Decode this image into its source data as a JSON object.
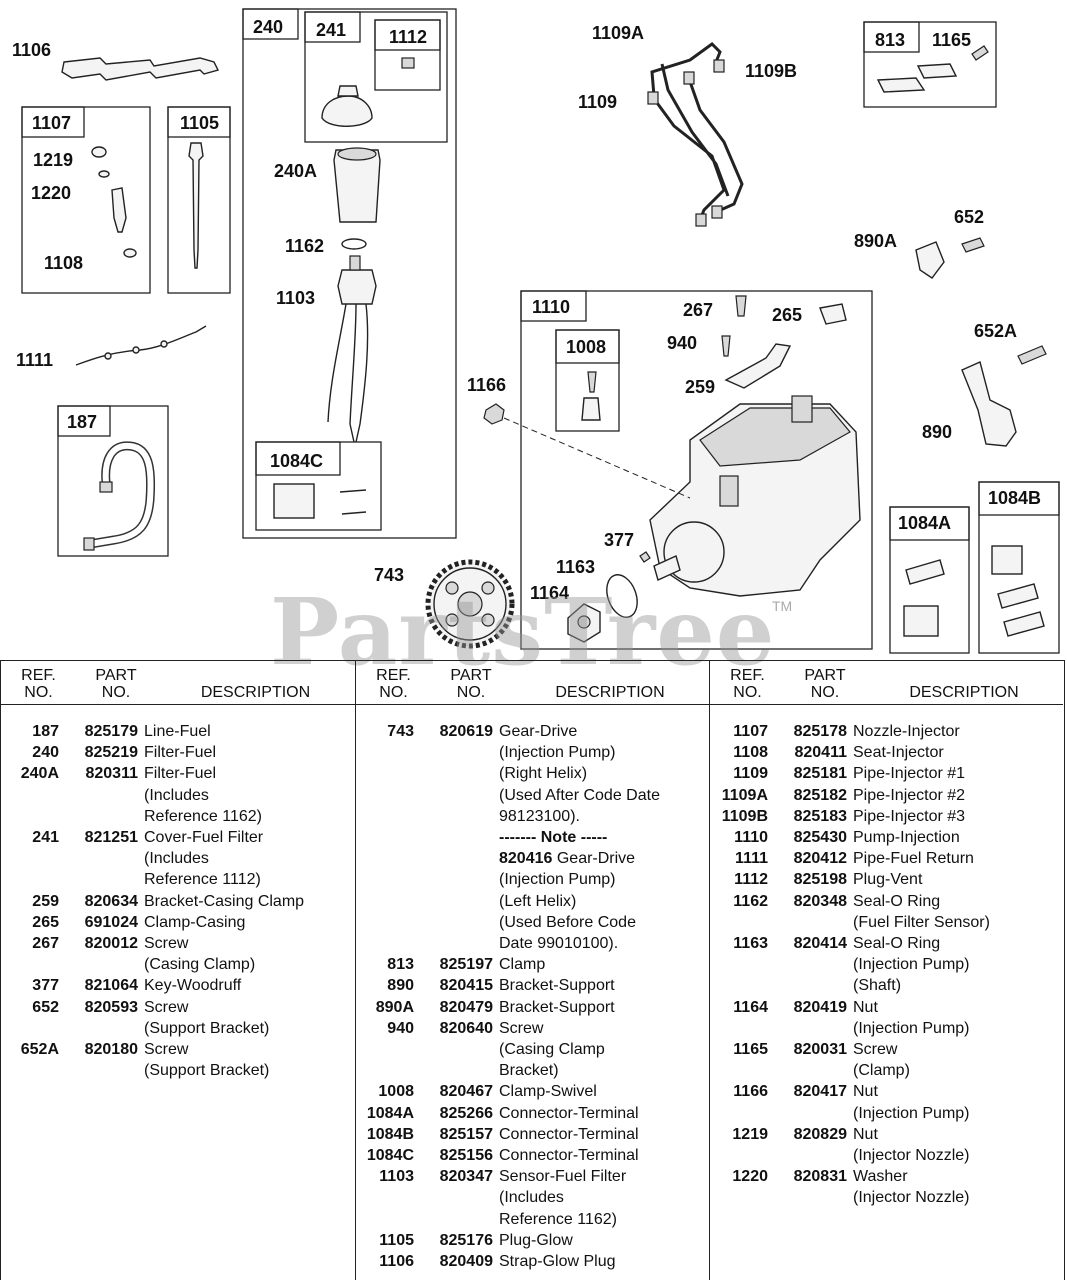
{
  "watermark": "PartsTree",
  "trademark": "TM",
  "callouts": {
    "c1106": "1106",
    "c1107": "1107",
    "c1219": "1219",
    "c1220": "1220",
    "c1108": "1108",
    "c1105": "1105",
    "c1111": "1111",
    "c187": "187",
    "c240": "240",
    "c241": "241",
    "c1112": "1112",
    "c240A": "240A",
    "c1162": "1162",
    "c1103": "1103",
    "c1084C": "1084C",
    "c1109A": "1109A",
    "c1109B": "1109B",
    "c1109": "1109",
    "c813": "813",
    "c1165": "1165",
    "c890A": "890A",
    "c652": "652",
    "c652A": "652A",
    "c890": "890",
    "c1110": "1110",
    "c1008": "1008",
    "c267": "267",
    "c265": "265",
    "c940": "940",
    "c259": "259",
    "c1166": "1166",
    "c377": "377",
    "c1163": "1163",
    "c1164": "1164",
    "c743": "743",
    "c1084A": "1084A",
    "c1084B": "1084B"
  },
  "table": {
    "headers": {
      "ref": [
        "REF.",
        "NO."
      ],
      "part": [
        "PART",
        "NO."
      ],
      "desc": "DESCRIPTION"
    },
    "columns": [
      [
        {
          "ref": "187",
          "part": "825179",
          "desc": "Line-Fuel"
        },
        {
          "ref": "240",
          "part": "825219",
          "desc": "Filter-Fuel"
        },
        {
          "ref": "240A",
          "part": "820311",
          "desc": "Filter-Fuel"
        },
        {
          "ref": "",
          "part": "",
          "desc": "(Includes"
        },
        {
          "ref": "",
          "part": "",
          "desc": "Reference 1162)"
        },
        {
          "ref": "241",
          "part": "821251",
          "desc": "Cover-Fuel Filter"
        },
        {
          "ref": "",
          "part": "",
          "desc": "(Includes"
        },
        {
          "ref": "",
          "part": "",
          "desc": "Reference 1112)"
        },
        {
          "ref": "259",
          "part": "820634",
          "desc": "Bracket-Casing Clamp"
        },
        {
          "ref": "265",
          "part": "691024",
          "desc": "Clamp-Casing"
        },
        {
          "ref": "267",
          "part": "820012",
          "desc": "Screw"
        },
        {
          "ref": "",
          "part": "",
          "desc": "(Casing Clamp)"
        },
        {
          "ref": "377",
          "part": "821064",
          "desc": "Key-Woodruff"
        },
        {
          "ref": "652",
          "part": "820593",
          "desc": "Screw"
        },
        {
          "ref": "",
          "part": "",
          "desc": "(Support Bracket)"
        },
        {
          "ref": "652A",
          "part": "820180",
          "desc": "Screw"
        },
        {
          "ref": "",
          "part": "",
          "desc": "(Support Bracket)"
        }
      ],
      [
        {
          "ref": "743",
          "part": "820619",
          "desc": "Gear-Drive"
        },
        {
          "ref": "",
          "part": "",
          "desc": "(Injection Pump)"
        },
        {
          "ref": "",
          "part": "",
          "desc": "(Right Helix)"
        },
        {
          "ref": "",
          "part": "",
          "desc": "(Used After Code Date"
        },
        {
          "ref": "",
          "part": "",
          "desc": "98123100)."
        },
        {
          "ref": "",
          "part": "",
          "desc": "------- Note -----",
          "bold": true
        },
        {
          "ref": "",
          "part": "",
          "desc": "Gear-Drive",
          "inlinePart": "820416"
        },
        {
          "ref": "",
          "part": "",
          "desc": "(Injection Pump)"
        },
        {
          "ref": "",
          "part": "",
          "desc": "(Left Helix)"
        },
        {
          "ref": "",
          "part": "",
          "desc": "(Used Before Code"
        },
        {
          "ref": "",
          "part": "",
          "desc": "Date 99010100)."
        },
        {
          "ref": "813",
          "part": "825197",
          "desc": "Clamp"
        },
        {
          "ref": "890",
          "part": "820415",
          "desc": "Bracket-Support"
        },
        {
          "ref": "890A",
          "part": "820479",
          "desc": "Bracket-Support"
        },
        {
          "ref": "940",
          "part": "820640",
          "desc": "Screw"
        },
        {
          "ref": "",
          "part": "",
          "desc": "(Casing Clamp"
        },
        {
          "ref": "",
          "part": "",
          "desc": "Bracket)"
        },
        {
          "ref": "1008",
          "part": "820467",
          "desc": "Clamp-Swivel"
        },
        {
          "ref": "1084A",
          "part": "825266",
          "desc": "Connector-Terminal"
        },
        {
          "ref": "1084B",
          "part": "825157",
          "desc": "Connector-Terminal"
        },
        {
          "ref": "1084C",
          "part": "825156",
          "desc": "Connector-Terminal"
        },
        {
          "ref": "1103",
          "part": "820347",
          "desc": "Sensor-Fuel Filter"
        },
        {
          "ref": "",
          "part": "",
          "desc": "(Includes"
        },
        {
          "ref": "",
          "part": "",
          "desc": "Reference 1162)"
        },
        {
          "ref": "1105",
          "part": "825176",
          "desc": "Plug-Glow"
        },
        {
          "ref": "1106",
          "part": "820409",
          "desc": "Strap-Glow Plug"
        }
      ],
      [
        {
          "ref": "1107",
          "part": "825178",
          "desc": "Nozzle-Injector"
        },
        {
          "ref": "1108",
          "part": "820411",
          "desc": "Seat-Injector"
        },
        {
          "ref": "1109",
          "part": "825181",
          "desc": "Pipe-Injector #1"
        },
        {
          "ref": "1109A",
          "part": "825182",
          "desc": "Pipe-Injector #2"
        },
        {
          "ref": "1109B",
          "part": "825183",
          "desc": "Pipe-Injector #3"
        },
        {
          "ref": "1110",
          "part": "825430",
          "desc": "Pump-Injection"
        },
        {
          "ref": "1111",
          "part": "820412",
          "desc": "Pipe-Fuel Return"
        },
        {
          "ref": "1112",
          "part": "825198",
          "desc": "Plug-Vent"
        },
        {
          "ref": "1162",
          "part": "820348",
          "desc": "Seal-O Ring"
        },
        {
          "ref": "",
          "part": "",
          "desc": "(Fuel Filter Sensor)"
        },
        {
          "ref": "1163",
          "part": "820414",
          "desc": "Seal-O Ring"
        },
        {
          "ref": "",
          "part": "",
          "desc": "(Injection Pump)"
        },
        {
          "ref": "",
          "part": "",
          "desc": "(Shaft)"
        },
        {
          "ref": "1164",
          "part": "820419",
          "desc": "Nut"
        },
        {
          "ref": "",
          "part": "",
          "desc": "(Injection Pump)"
        },
        {
          "ref": "1165",
          "part": "820031",
          "desc": "Screw"
        },
        {
          "ref": "",
          "part": "",
          "desc": "(Clamp)"
        },
        {
          "ref": "1166",
          "part": "820417",
          "desc": "Nut"
        },
        {
          "ref": "",
          "part": "",
          "desc": "(Injection Pump)"
        },
        {
          "ref": "1219",
          "part": "820829",
          "desc": "Nut"
        },
        {
          "ref": "",
          "part": "",
          "desc": "(Injector Nozzle)"
        },
        {
          "ref": "1220",
          "part": "820831",
          "desc": "Washer"
        },
        {
          "ref": "",
          "part": "",
          "desc": "(Injector Nozzle)"
        }
      ]
    ]
  }
}
